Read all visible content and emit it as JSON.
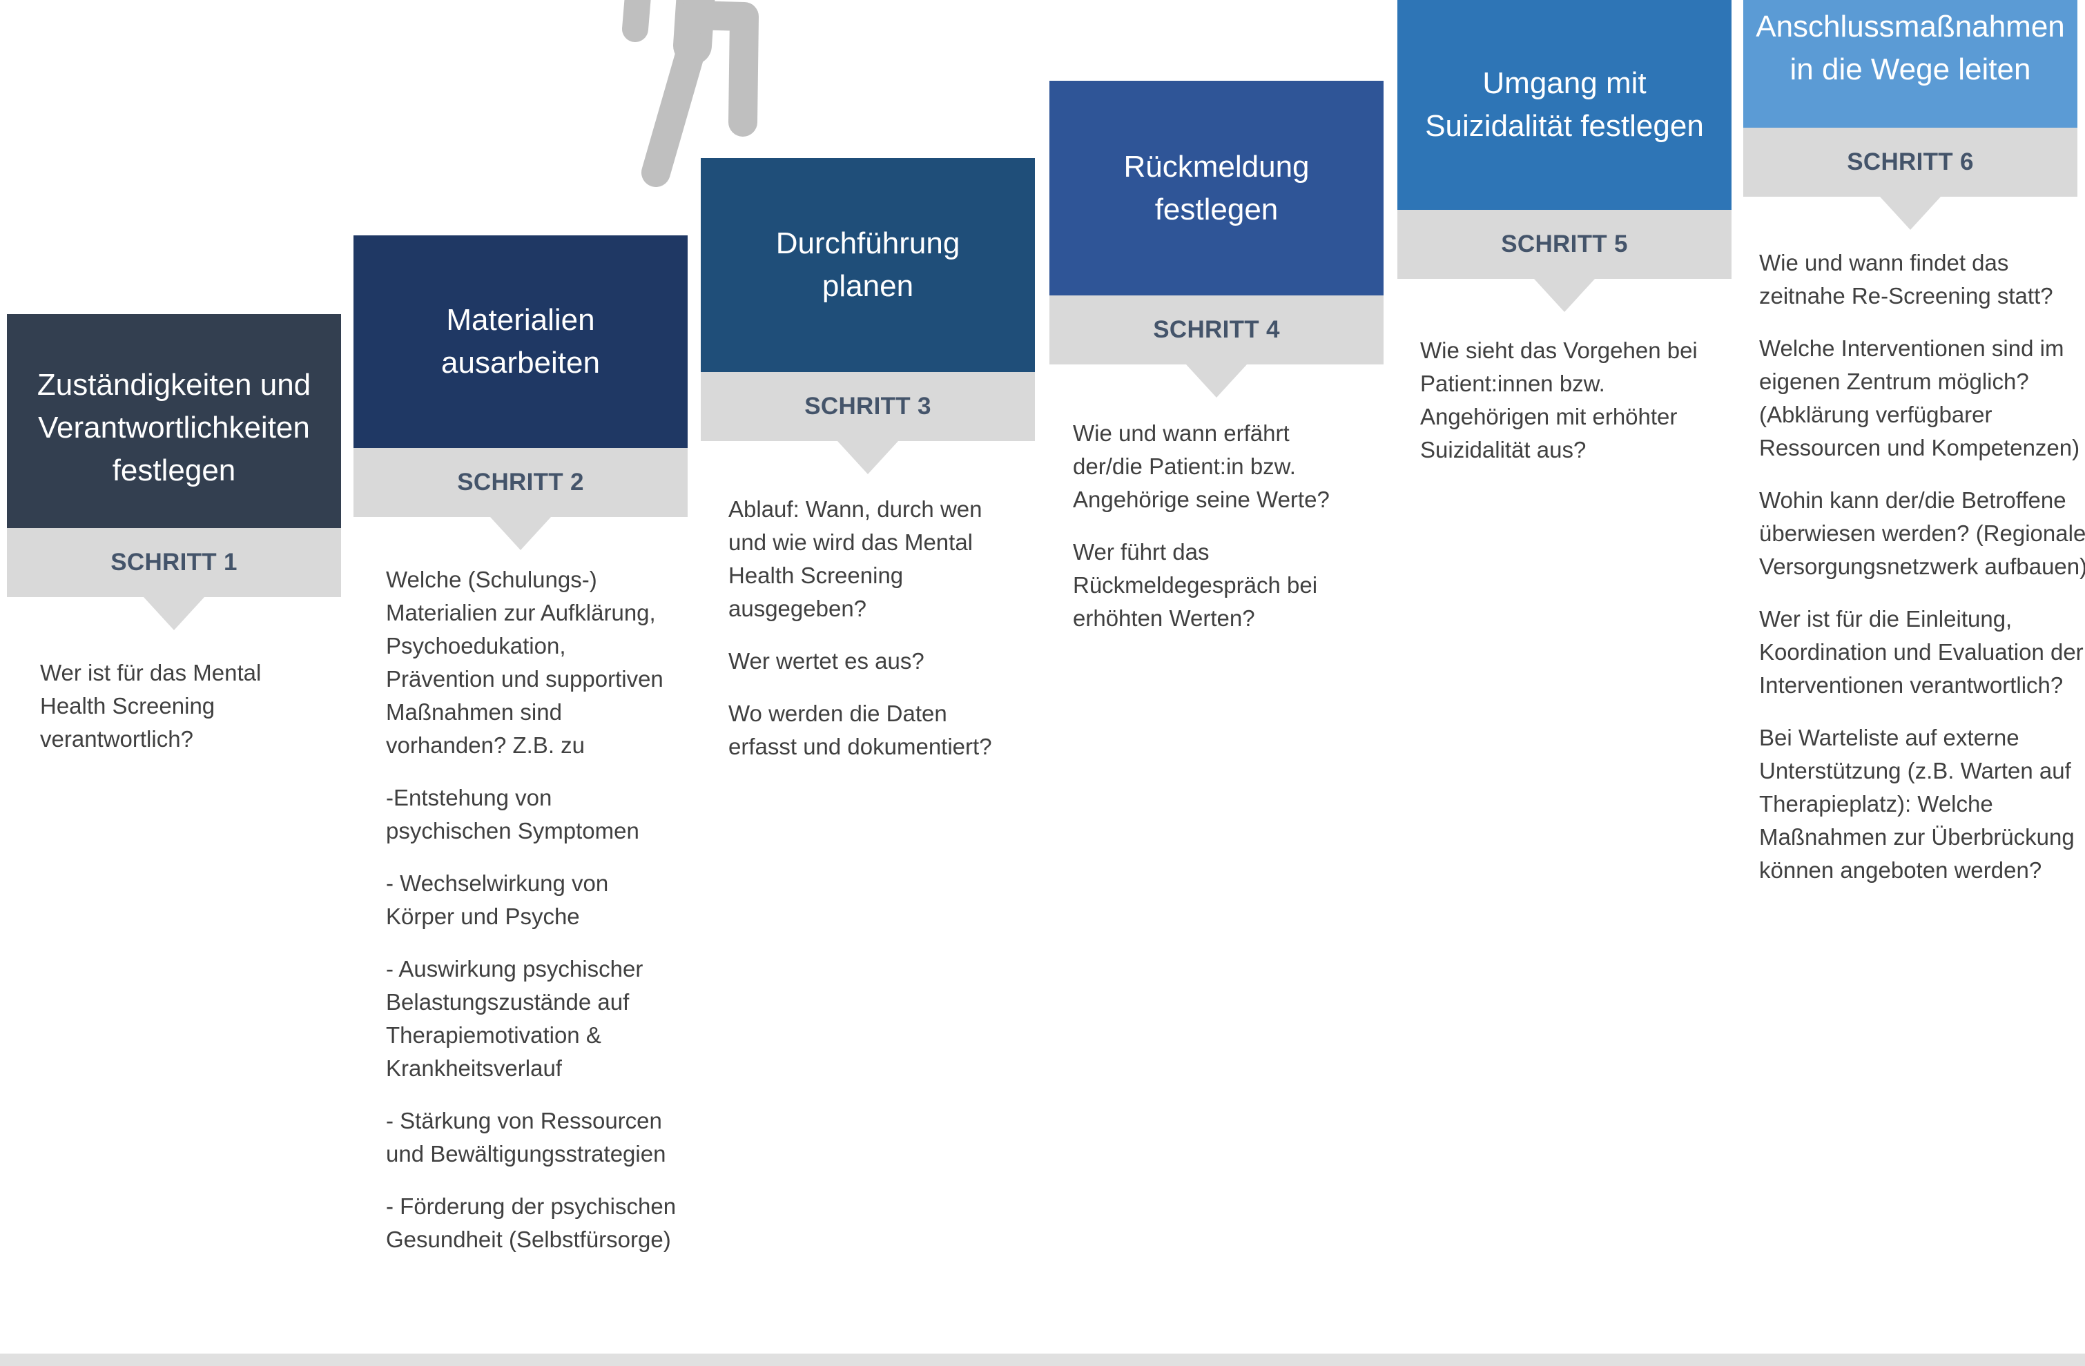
{
  "steps": [
    {
      "title": "Zuständigkeiten und\nVerantwortlichkeiten\nfestlegen",
      "label": "SCHRITT 1",
      "color": "#333f50",
      "questions": [
        "Wer ist für das Mental\nHealth Screening\nverantwortlich?"
      ]
    },
    {
      "title": "Materialien\nausarbeiten",
      "label": "SCHRITT 2",
      "color": "#1f3864",
      "questions": [
        "Welche (Schulungs-)\nMaterialien zur Aufklärung,\nPsychoedukation,\nPrävention und supportiven\nMaßnahmen sind\nvorhanden? Z.B. zu",
        "-Entstehung von\npsychischen Symptomen",
        "- Wechselwirkung von\nKörper und Psyche",
        "- Auswirkung psychischer\nBelastungszustände auf\nTherapiemotivation &\nKrankheitsverlauf",
        "- Stärkung von Ressourcen\nund Bewältigungsstrategien",
        "- Förderung der psychischen\nGesundheit (Selbstfürsorge)"
      ]
    },
    {
      "title": "Durchführung\nplanen",
      "label": "SCHRITT 3",
      "color": "#1f4e79",
      "questions": [
        "Ablauf: Wann, durch wen\nund wie wird das Mental\nHealth Screening\nausgegeben?",
        "Wer wertet es aus?",
        "Wo werden die Daten\nerfasst und dokumentiert?"
      ]
    },
    {
      "title": "Rückmeldung\nfestlegen",
      "label": "SCHRITT 4",
      "color": "#2f5597",
      "questions": [
        "Wie und wann erfährt\nder/die Patient:in bzw.\nAngehörige seine Werte?",
        "Wer führt das\nRückmeldegespräch bei\nerhöhten Werten?"
      ]
    },
    {
      "title": "Umgang mit\nSuizidalität festlegen",
      "label": "SCHRITT 5",
      "color": "#2e75b6",
      "questions": [
        "Wie sieht das Vorgehen bei\nPatient:innen bzw.\nAngehörigen mit erhöhter\nSuizidalität aus?"
      ]
    },
    {
      "title": "Anschlussmaßnahmen\nin die Wege leiten",
      "label": "SCHRITT 6",
      "color": "#5b9bd5",
      "questions": [
        "Wie und wann findet das\nzeitnahe Re-Screening statt?",
        "Welche Interventionen sind im\neigenen Zentrum möglich?\n(Abklärung verfügbarer\nRessourcen und Kompetenzen)",
        "Wohin kann der/die Betroffene\nüberwiesen werden? (Regionale\nVersorgungsnetzwerk aufbauen)",
        "Wer ist für die Einleitung,\nKoordination und Evaluation der\nInterventionen verantwortlich?",
        "Bei Warteliste auf externe\nUnterstützung (z.B. Warten auf\nTherapieplatz): Welche\nMaßnahmen zur Überbrückung\nkönnen angeboten werden?"
      ]
    }
  ],
  "colors": {
    "label_band": "#d9d9d9",
    "label_text": "#44546a",
    "body_text": "#404040",
    "footer_bar": "#e0e0e0"
  },
  "decoration": {
    "icon": "runner-icon",
    "color": "#bfbfbf"
  }
}
